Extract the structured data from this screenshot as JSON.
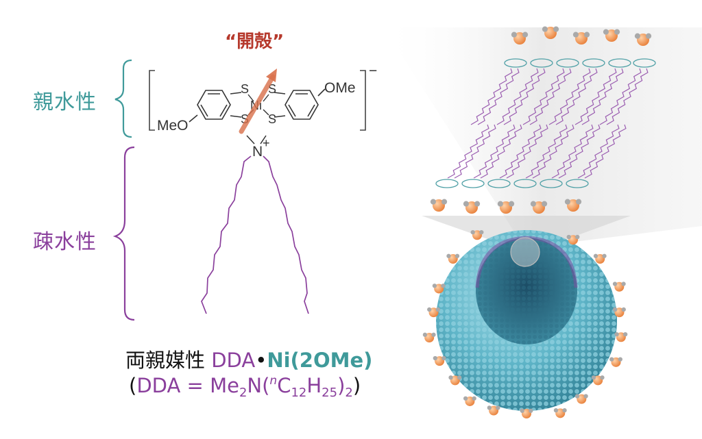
{
  "labels": {
    "hydrophilic": "親水性",
    "hydrophobic": "疎水性",
    "ring_open": "“開殻”"
  },
  "molecule": {
    "atom_s": "S",
    "atom_ni": "Ni",
    "atom_n": "N",
    "charge_plus": "+",
    "charge_minus": "−",
    "group_ome": "OMe",
    "group_meo": "MeO"
  },
  "caption": {
    "line1_prefix": "両親媒性 ",
    "line1_dda": "DDA",
    "line1_dot": "•",
    "line1_ni": "Ni(2OMe)",
    "line2_open": "(",
    "line2_dda": "DDA",
    "line2_eq": " = ",
    "line2_me": "Me",
    "line2_sub2a": "2",
    "line2_n": "N(",
    "line2_sup_n": "n",
    "line2_c": "C",
    "line2_sub12": "12",
    "line2_h": "H",
    "line2_sub25": "25",
    "line2_close": ")",
    "line2_sub2b": "2",
    "line2_end": ")"
  },
  "colors": {
    "hydrophilic": "#3f9a9a",
    "hydrophobic": "#8a3f9c",
    "ring_open": "#b6392c",
    "arrow": "#d9704a",
    "sphere": "#64bccd",
    "water_oxygen": "#f0954a",
    "water_hydrogen": "#a0a0a0"
  }
}
